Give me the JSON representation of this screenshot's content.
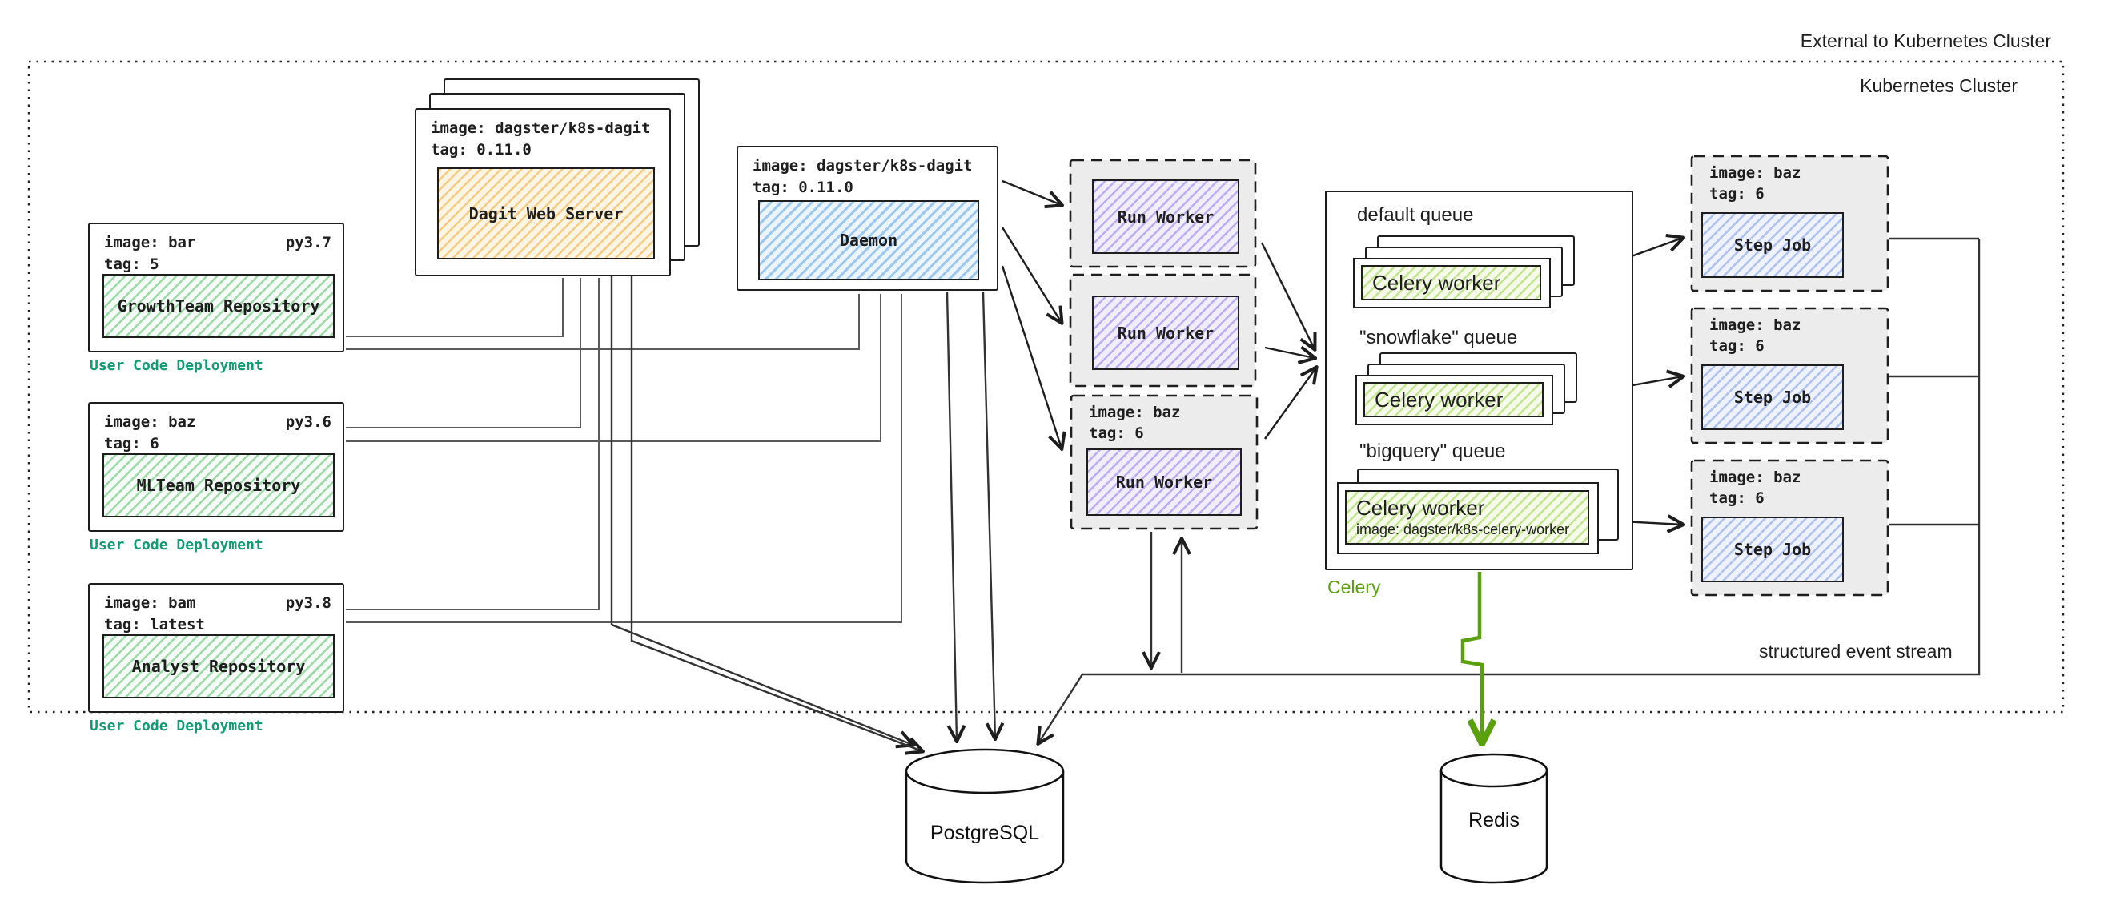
{
  "cluster": {
    "external_label": "External to Kubernetes Cluster",
    "internal_label": "Kubernetes Cluster"
  },
  "user_code_deployments": {
    "caption": "User Code Deployment",
    "items": [
      {
        "image": "image: bar",
        "tag": "tag: 5",
        "python": "py3.7",
        "name": "GrowthTeam Repository"
      },
      {
        "image": "image: baz",
        "tag": "tag: 6",
        "python": "py3.6",
        "name": "MLTeam Repository"
      },
      {
        "image": "image: bam",
        "tag": "tag: latest",
        "python": "py3.8",
        "name": "Analyst Repository"
      }
    ]
  },
  "dagit": {
    "image": "image: dagster/k8s-dagit",
    "tag": "tag: 0.11.0",
    "name": "Dagit Web Server"
  },
  "daemon": {
    "image": "image: dagster/k8s-dagit",
    "tag": "tag: 0.11.0",
    "name": "Daemon"
  },
  "run_workers": [
    {
      "name": "Run Worker"
    },
    {
      "name": "Run Worker"
    },
    {
      "name": "Run Worker",
      "image": "image: baz",
      "tag": "tag: 6"
    }
  ],
  "celery": {
    "caption": "Celery",
    "queues": [
      {
        "label": "default queue",
        "worker": "Celery worker"
      },
      {
        "label": "\"snowflake\" queue",
        "worker": "Celery worker"
      },
      {
        "label": "\"bigquery\" queue",
        "worker": "Celery worker",
        "worker_image": "image: dagster/k8s-celery-worker"
      }
    ]
  },
  "step_jobs": [
    {
      "image": "image: baz",
      "tag": "tag: 6",
      "name": "Step Job"
    },
    {
      "image": "image: baz",
      "tag": "tag: 6",
      "name": "Step Job"
    },
    {
      "image": "image: baz",
      "tag": "tag: 6",
      "name": "Step Job"
    }
  ],
  "databases": {
    "postgres": "PostgreSQL",
    "redis": "Redis"
  },
  "annotations": {
    "event_stream": "structured event stream"
  },
  "colors": {
    "box_border": "#1e1e1e",
    "user_code_label": "#0f9c74",
    "celery_label": "#5aa00c",
    "repo_hatch": "#9ed9a8",
    "dagit_hatch": "#f5cc85",
    "daemon_hatch": "#9cc7ee",
    "run_worker_hatch": "#bcadf3",
    "step_job_hatch": "#b0c1f0",
    "celery_worker_hatch": "#c3e492",
    "dashed_box_fill": "#ececec",
    "wire": "#5a5a5a",
    "arrow": "#1e1e1e",
    "redis_arrow": "#5aa00c"
  }
}
